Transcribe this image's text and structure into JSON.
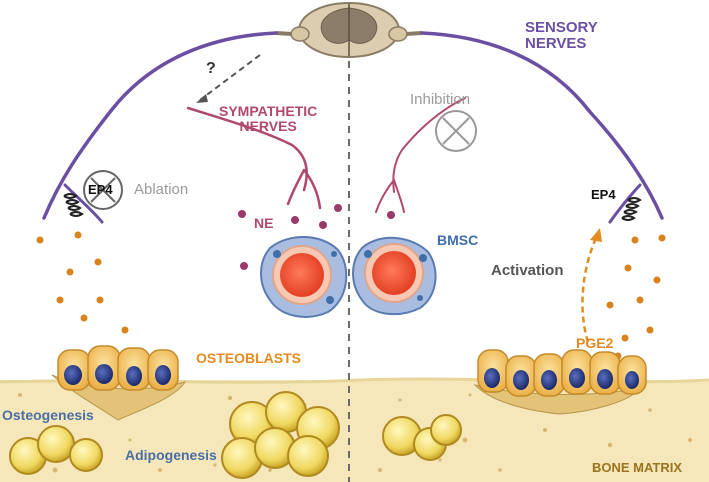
{
  "labels": {
    "sensory_nerves_line1": "SENSORY",
    "sensory_nerves_line2": "NERVES",
    "sympathetic_nerves_line1": "SYMPATHETIC",
    "sympathetic_nerves_line2": "NERVES",
    "question_mark": "?",
    "inhibition": "Inhibition",
    "ep4_left": "EP4",
    "ablation": "Ablation",
    "ep4_right": "EP4",
    "ne": "NE",
    "bmsc": "BMSC",
    "activation": "Activation",
    "osteoblasts": "OSTEOBLASTS",
    "pge2": "PGE2",
    "osteogenesis": "Osteogenesis",
    "adipogenesis": "Adipogenesis",
    "bone_matrix": "BONE MATRIX"
  },
  "colors": {
    "sensory_nerve": "#6a4fa3",
    "sympathetic_nerve": "#b04870",
    "ne_dots": "#9b3a6a",
    "pge2_dots": "#d9831e",
    "osteoblasts": "#e58a1f",
    "bmsc": "#3f6fa8",
    "gray_text": "#9a9a9a",
    "bone_matrix": "#f5e6b8",
    "bone_matrix_text": "#9a7420",
    "blue_text": "#4a6fa5"
  }
}
